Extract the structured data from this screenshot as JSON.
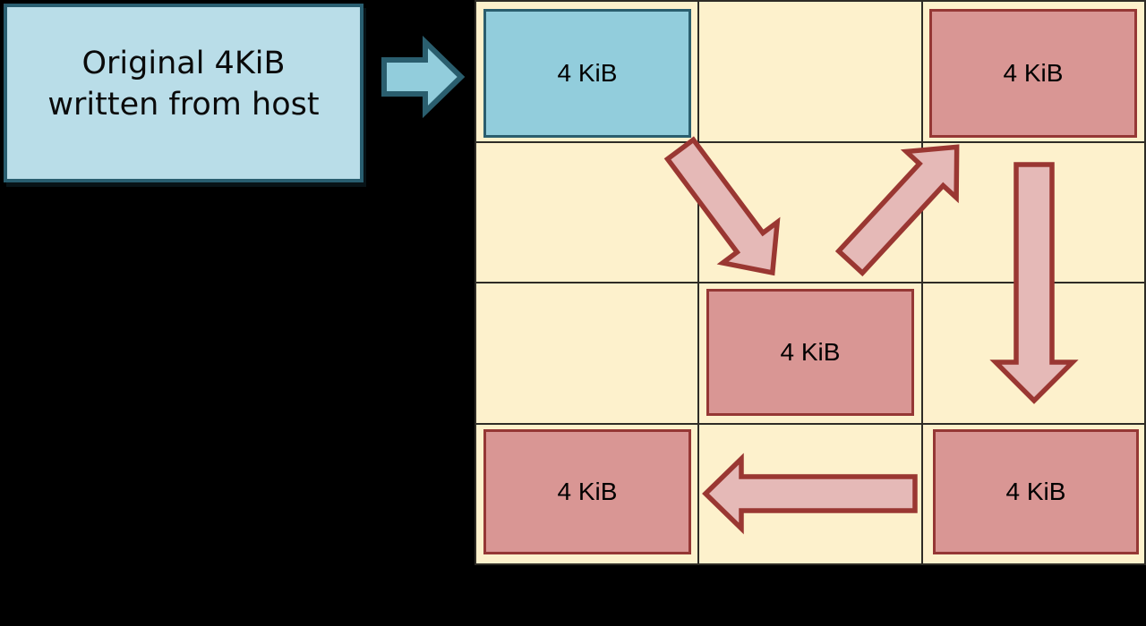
{
  "colors": {
    "page_bg": "#000000",
    "grid_bg": "#FDF1CC",
    "grid_line": "#2E2C26",
    "blue_fill": "#92CDDC",
    "blue_border": "#2A5E6E",
    "host_fill": "#B9DDE8",
    "host_border": "#295E70",
    "pink_fill": "#D99694",
    "pink_border": "#953735",
    "arrow_fill": "#E5B9B7",
    "arrow_border": "#9A3732",
    "teal_arrow_fill": "#92CDDC",
    "teal_arrow_border": "#2A5E6E"
  },
  "host_box": {
    "line1": "Original 4KiB",
    "line2": "written from host"
  },
  "icons": {
    "host_arrow": "arrow-right",
    "move_arrow_1": "arrow-down-right",
    "move_arrow_2": "arrow-up-right",
    "move_arrow_3": "arrow-down",
    "move_arrow_4": "arrow-left"
  },
  "grid": {
    "rows": 4,
    "cols": 3,
    "blocks": [
      {
        "label": "4 KiB",
        "type": "original-blue",
        "row": 0,
        "col": 0
      },
      {
        "label": "4 KiB",
        "type": "rewritten-pink",
        "row": 0,
        "col": 2
      },
      {
        "label": "4 KiB",
        "type": "rewritten-pink",
        "row": 2,
        "col": 1
      },
      {
        "label": "4 KiB",
        "type": "rewritten-pink",
        "row": 3,
        "col": 0
      },
      {
        "label": "4 KiB",
        "type": "rewritten-pink",
        "row": 3,
        "col": 2
      }
    ]
  }
}
